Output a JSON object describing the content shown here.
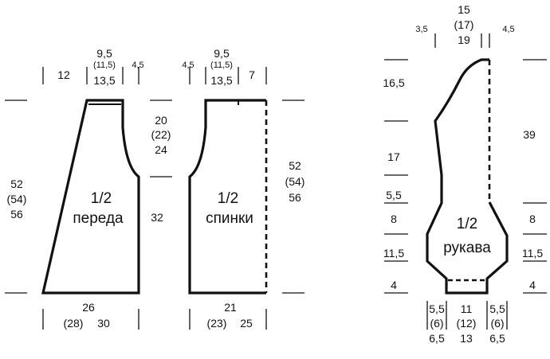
{
  "colors": {
    "ink": "#111111",
    "background": "#ffffff"
  },
  "front": {
    "title": "1/2",
    "subtitle": "переда",
    "top_left_width": "12",
    "neck_width": [
      "9,5",
      "(11,5)",
      "13,5"
    ],
    "shoulder_width": "4,5",
    "armhole_depth": [
      "20",
      "(22)",
      "24"
    ],
    "side_length": "32",
    "total_length": [
      "52",
      "(54)",
      "56"
    ],
    "bottom_width": [
      "26",
      "(28)",
      "30"
    ]
  },
  "back": {
    "title": "1/2",
    "subtitle": "спинки",
    "shoulder_width": "4,5",
    "neck_width": [
      "9,5",
      "(11,5)",
      "13,5"
    ],
    "top_right_width": "7",
    "total_length": [
      "52",
      "(54)",
      "56"
    ],
    "bottom_width": [
      "21",
      "(23)",
      "25"
    ]
  },
  "sleeve": {
    "title": "1/2",
    "subtitle": "рукава",
    "top_width": [
      "15",
      "(17)",
      "19"
    ],
    "left_offset": "3,5",
    "right_offset": "4,5",
    "left_heights": [
      "16,5",
      "17",
      "5,5",
      "8",
      "11,5",
      "4"
    ],
    "right_heights": [
      "39",
      "8",
      "11,5",
      "4"
    ],
    "cuff_left": [
      "5,5",
      "(6)",
      "6,5"
    ],
    "cuff_center": [
      "11",
      "(12)",
      "13"
    ],
    "cuff_right": [
      "5,5",
      "(6)",
      "6,5"
    ]
  }
}
